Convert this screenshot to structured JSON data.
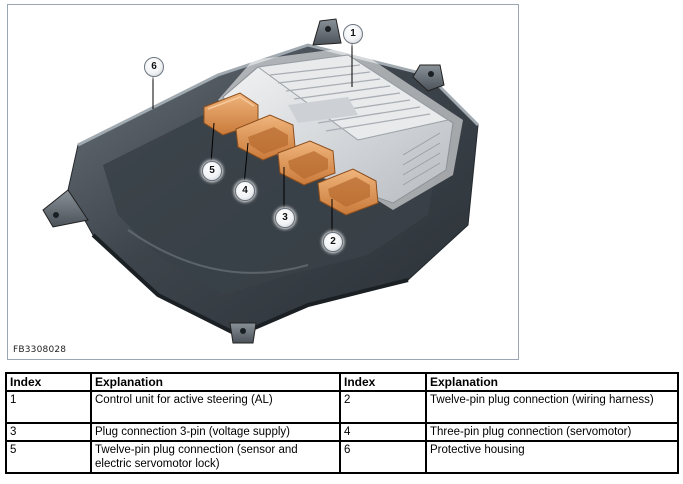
{
  "figure": {
    "id_label": "FB3308028",
    "callouts": [
      "1",
      "2",
      "3",
      "4",
      "5",
      "6"
    ]
  },
  "legend": {
    "headers": [
      "Index",
      "Explanation",
      "Index",
      "Explanation"
    ],
    "rows": [
      [
        "1",
        "Control unit for active steering (AL)",
        "2",
        "Twelve-pin plug connection (wiring harness)"
      ],
      [
        "3",
        "Plug connection 3-pin (voltage supply)",
        "4",
        "Three-pin plug connection (servomotor)"
      ],
      [
        "5",
        "Twelve-pin plug connection (sensor and electric servomotor lock)",
        "6",
        "Protective housing"
      ]
    ]
  },
  "colors": {
    "housing": "#4a5158",
    "plug": "#e29a5a",
    "control_unit": "#d9dcdf"
  }
}
